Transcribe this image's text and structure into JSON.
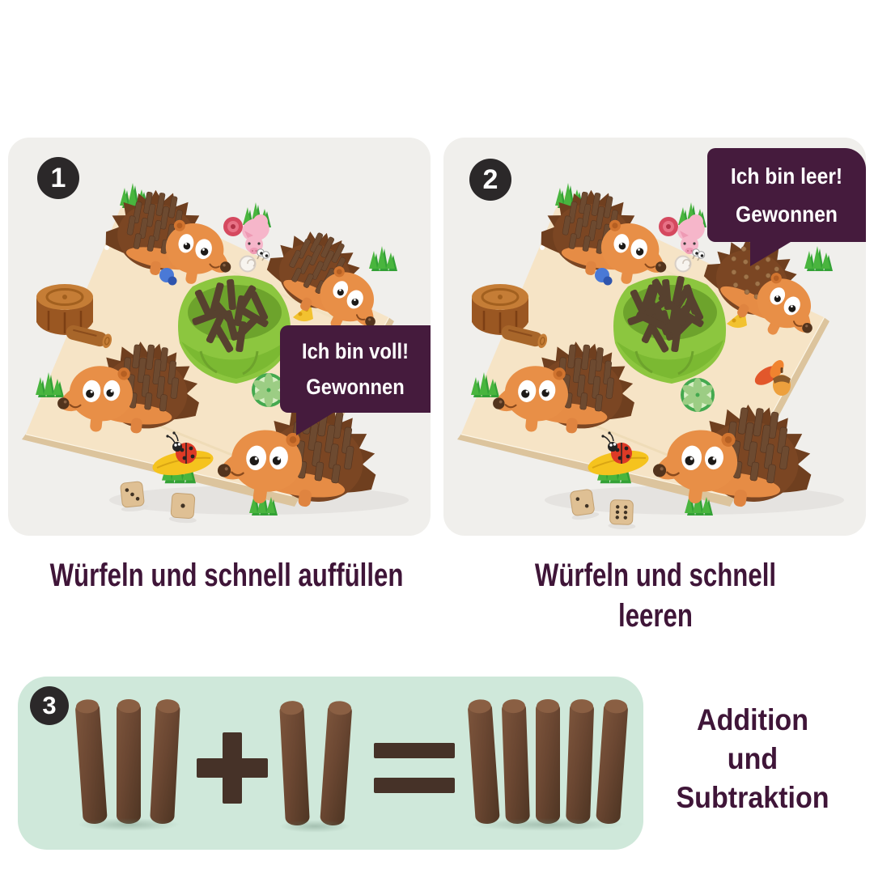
{
  "colors": {
    "purple_dark": "#451b3d",
    "caption_text": "#3f1538",
    "panel_bg": "#f0efec",
    "mint_bg": "#cfe8da",
    "badge_bg": "#2b2829",
    "symbol_brown": "#463228",
    "basket_green": "#8cc63f",
    "board_wood": "#f6e4c6",
    "stick_brown": "#6b4732"
  },
  "panels": [
    {
      "badge": "1",
      "caption": "Würfeln und schnell auffüllen",
      "bubble": {
        "line1": "Ich bin voll!",
        "line2": "Gewonnen"
      },
      "dice_pips": [
        3,
        1
      ]
    },
    {
      "badge": "2",
      "caption": "Würfeln und schnell leeren",
      "bubble": {
        "line1": "Ich bin leer!",
        "line2": "Gewonnen"
      },
      "dice_pips": [
        2,
        6
      ]
    }
  ],
  "equation": {
    "badge": "3",
    "addend1": 3,
    "addend2": 2,
    "sum": 5,
    "operator": "+",
    "equals_sign": "=",
    "label_lines": [
      "Addition",
      "und",
      "Subtraktion"
    ]
  }
}
